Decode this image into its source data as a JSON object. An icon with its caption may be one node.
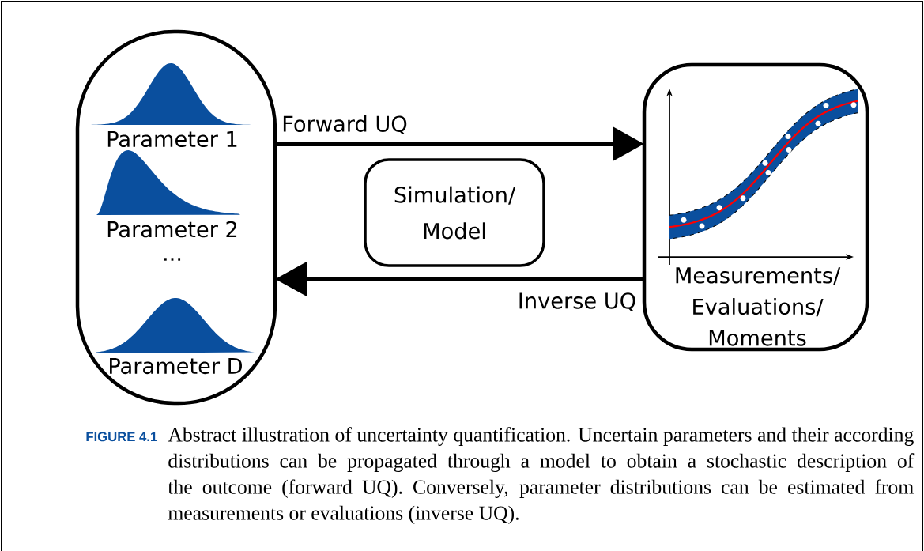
{
  "diagram": {
    "caption": "Abstract illustration of uncertainty quantification. Uncertain parameters and their according distributions can be propagated through a model to obtain a stochastic description of the outcome (forward UQ). Conversely, parameter distributions can be estimated from measurements or evaluations (inverse UQ).",
    "nodes": [
      {
        "text": [
          "Parameter 1",
          "Parameter 2",
          "...",
          "Parameter D"
        ]
      },
      {
        "text": [
          "Simulation/ Model"
        ]
      },
      {
        "text": [
          "Measurements/ Evaluations/ Moments"
        ]
      }
    ],
    "edges": [
      {
        "from": 0,
        "to": 2,
        "arrow": "to",
        "label": "Forward UQ"
      },
      {
        "from": 2,
        "to": 0,
        "arrow": "to",
        "label": "Inverse UQ"
      }
    ],
    "labels": [
      "FIGURE 4.1"
    ]
  }
}
